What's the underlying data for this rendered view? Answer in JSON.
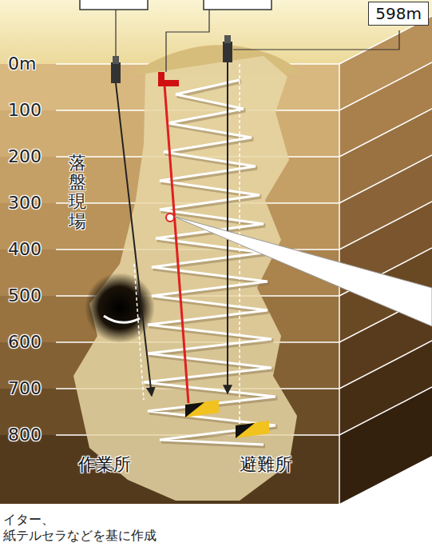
{
  "diagram": {
    "nodes": [
      {
        "text": [
          "598m"
        ]
      }
    ],
    "labels": [
      "0m",
      "100",
      "200",
      "300",
      "400",
      "500",
      "600",
      "700",
      "800",
      "落盤現場",
      "作業所",
      "避難所",
      "イター、",
      "紙テルセラなどを基に作成"
    ]
  }
}
